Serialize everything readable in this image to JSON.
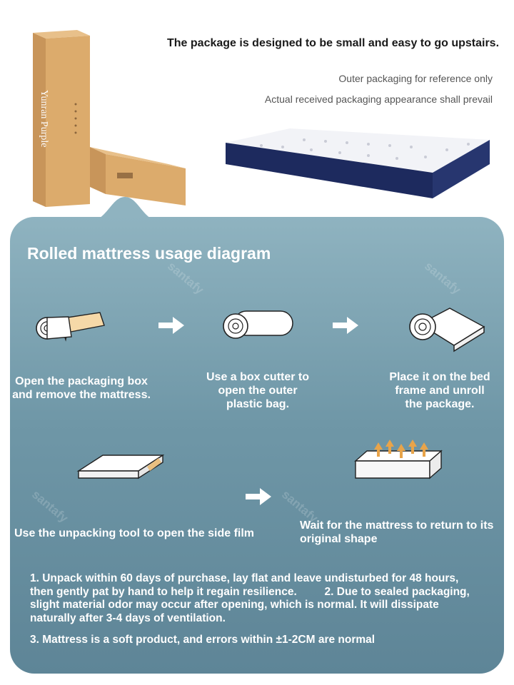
{
  "header": {
    "title": "The package is designed to be small and easy to go upstairs.",
    "note_1": "Outer packaging for reference only",
    "note_2": "Actual received packaging appearance shall prevail",
    "box_label": "Yunran Purple",
    "watermark": "santafy"
  },
  "diagram": {
    "title": "Rolled mattress usage diagram",
    "steps": [
      {
        "line1": "Open the packaging box",
        "line2": "and remove the mattress.",
        "icon": "rolled-mattress-in-box-icon"
      },
      {
        "line1": "Use a box cutter to",
        "line2": "open the outer",
        "line3": "plastic bag.",
        "icon": "rolled-mattress-icon"
      },
      {
        "line1": "Place it on the bed",
        "line2": "frame and unroll",
        "line3": "the package.",
        "icon": "unrolling-mattress-icon"
      },
      {
        "line1": "Use the unpacking tool to open the side film",
        "icon": "flat-mattress-icon"
      },
      {
        "line1": "Wait for the mattress to return to its",
        "line2": "original shape",
        "icon": "expanding-mattress-icon"
      }
    ],
    "arrow_icon": "arrow-right-icon"
  },
  "notes": {
    "line_1": "1. Unpack within 60 days of purchase, lay flat and leave undisturbed for 48 hours,",
    "line_2": "then gently pat by hand to help it regain resilience.         2. Due to sealed packaging,",
    "line_3": "slight material odor may occur after opening, which is normal. It will dissipate",
    "line_4": "naturally after 3-4 days of ventilation.",
    "line_5": "3. Mattress is a soft product, and errors within ±1-2CM are normal"
  },
  "colors": {
    "panel": "#6f97a7",
    "cardboard": "#d9a96a",
    "mattress_border": "#1d2a5e"
  }
}
